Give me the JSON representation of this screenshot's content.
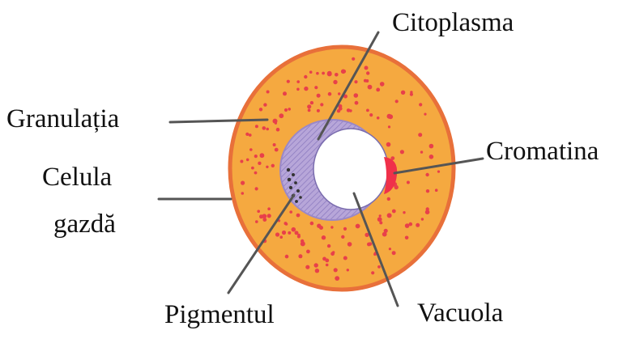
{
  "labels": {
    "citoplasma": "Citoplasma",
    "granulatia": "Granulația",
    "celula_line1": "Celula",
    "celula_line2": "gazdă",
    "cromatina": "Cromatina",
    "pigmentul": "Pigmentul",
    "vacuola": "Vacuola"
  },
  "colors": {
    "host_cell_fill": "#f5a940",
    "host_cell_outline": "#e8703a",
    "granules": "#e8404a",
    "cytoplasm": "#b7a6d9",
    "cytoplasm_hatch": "#8e7cc0",
    "vacuole": "#ffffff",
    "chromatin": "#f0304a",
    "pigment": "#333333",
    "leader_lines": "#555555"
  }
}
